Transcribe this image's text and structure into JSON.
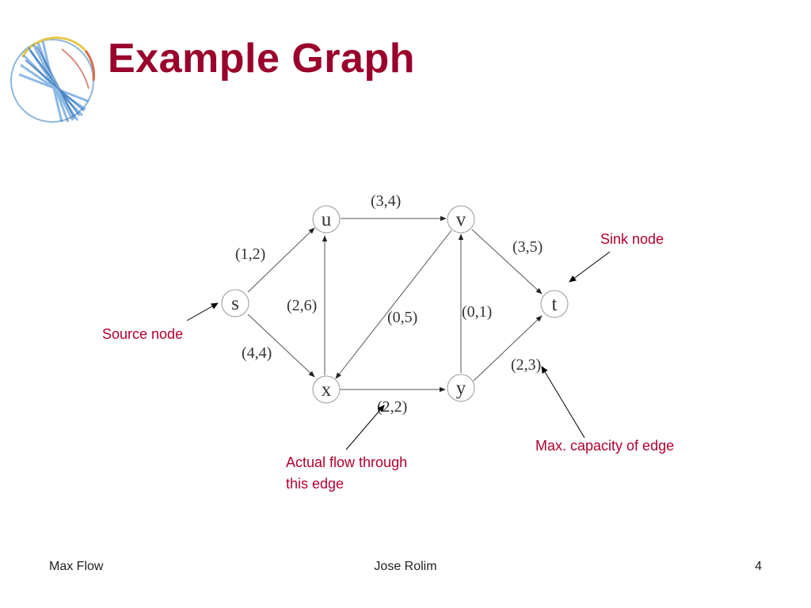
{
  "slide": {
    "title": "Example Graph",
    "accent_color": "#99002b",
    "logo_icon": "circular-network-logo-icon"
  },
  "graph": {
    "nodes": [
      {
        "id": "s",
        "label": "s"
      },
      {
        "id": "u",
        "label": "u"
      },
      {
        "id": "v",
        "label": "v"
      },
      {
        "id": "t",
        "label": "t"
      },
      {
        "id": "x",
        "label": "x"
      },
      {
        "id": "y",
        "label": "y"
      }
    ],
    "edges": [
      {
        "from": "s",
        "to": "u",
        "flow": 1,
        "capacity": 2,
        "label": "(1,2)"
      },
      {
        "from": "s",
        "to": "x",
        "flow": 4,
        "capacity": 4,
        "label": "(4,4)"
      },
      {
        "from": "u",
        "to": "v",
        "flow": 3,
        "capacity": 4,
        "label": "(3,4)"
      },
      {
        "from": "x",
        "to": "u",
        "flow": 2,
        "capacity": 6,
        "label": "(2,6)"
      },
      {
        "from": "v",
        "to": "x",
        "flow": 0,
        "capacity": 5,
        "label": "(0,5)"
      },
      {
        "from": "y",
        "to": "v",
        "flow": 0,
        "capacity": 1,
        "label": "(0,1)"
      },
      {
        "from": "v",
        "to": "t",
        "flow": 3,
        "capacity": 5,
        "label": "(3,5)"
      },
      {
        "from": "x",
        "to": "y",
        "flow": 2,
        "capacity": 2,
        "label": "(2,2)"
      },
      {
        "from": "y",
        "to": "t",
        "flow": 2,
        "capacity": 3,
        "label": "(2,3)"
      }
    ]
  },
  "annotations": {
    "source": "Source node",
    "sink": "Sink node",
    "flow_line1": "Actual flow through",
    "flow_line2": "this edge",
    "capacity": "Max. capacity of edge"
  },
  "footer": {
    "left": "Max Flow",
    "center": "Jose Rolim",
    "right": "4"
  }
}
